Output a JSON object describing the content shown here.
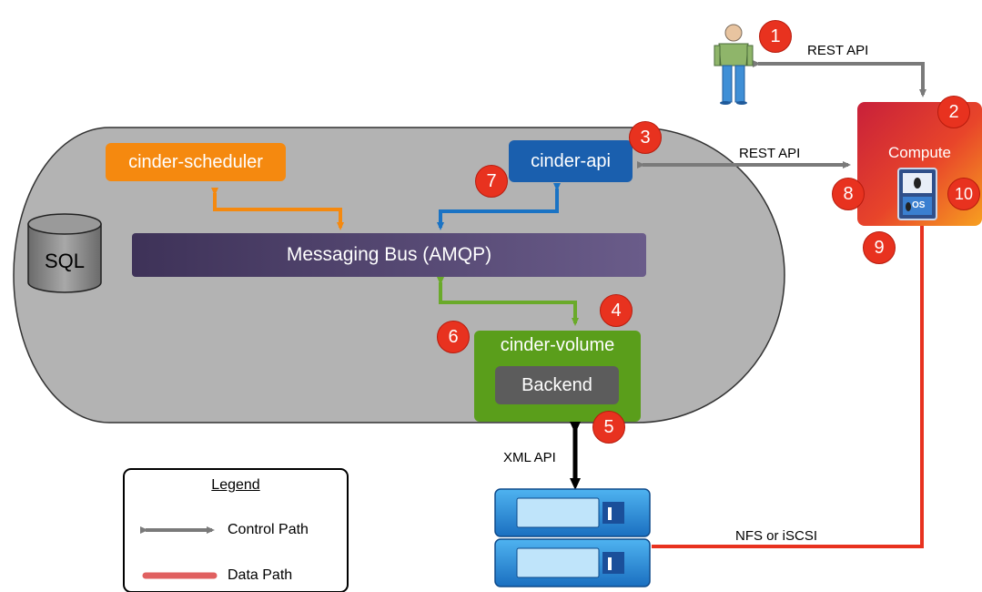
{
  "components": {
    "scheduler": "cinder-scheduler",
    "api": "cinder-api",
    "bus": "Messaging Bus (AMQP)",
    "volume": "cinder-volume",
    "backend": "Backend",
    "sql": "SQL",
    "compute": "Compute",
    "os_icon": "OS"
  },
  "connections": {
    "user_rest": "REST API",
    "compute_rest": "REST API",
    "xml": "XML API",
    "data": "NFS or iSCSI"
  },
  "badges": [
    "1",
    "2",
    "3",
    "4",
    "5",
    "6",
    "7",
    "8",
    "9",
    "10"
  ],
  "legend": {
    "title": "Legend",
    "control": "Control Path",
    "data": "Data Path"
  },
  "colors": {
    "scheduler": "#f5890f",
    "api": "#1a5fae",
    "volume": "#5a9e1b",
    "bus": "#4a3a72",
    "badge": "#e8321f",
    "data_path": "#e8321f",
    "control_path": "#7a7a7a"
  }
}
